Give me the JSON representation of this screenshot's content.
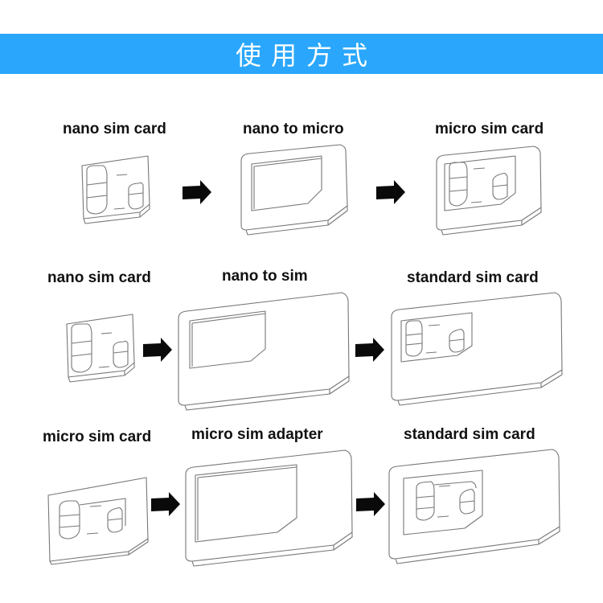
{
  "banner": {
    "title": "使用方式",
    "color": "#2AA7FC"
  },
  "rows": [
    {
      "from_label": "nano sim card",
      "adapter_label": "nano to micro",
      "result_label": "micro sim card"
    },
    {
      "from_label": "nano sim card",
      "adapter_label": "nano to sim",
      "result_label": "standard sim card"
    },
    {
      "from_label": "micro sim card",
      "adapter_label": "micro sim adapter",
      "result_label": "standard sim card"
    }
  ],
  "icons": {
    "arrow": "arrow-right-icon",
    "card": "sim-card-icon",
    "chip": "sim-chip-icon"
  }
}
